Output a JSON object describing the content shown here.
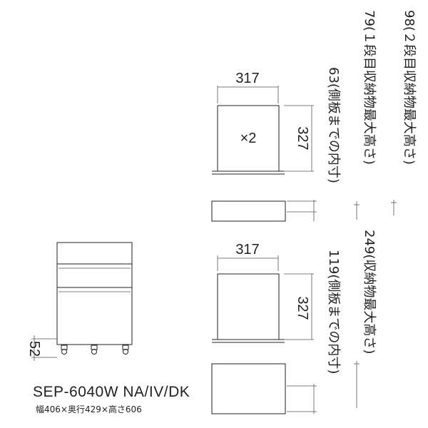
{
  "model": "SEP-6040W  NA/IV/DK",
  "size_text": "幅406×奥行429×高さ606",
  "leg_height": "52",
  "upper_drawer": {
    "width": "317",
    "depth": "327",
    "count": "×2",
    "inner_side": "63(側板までの内寸)",
    "max_height_1": "79(１段目収納物最大高さ)",
    "max_height_2": "98(２段目収納物最大高さ)"
  },
  "lower_drawer": {
    "width": "317",
    "depth": "327",
    "inner_side": "119(側板までの内寸)",
    "max_height": "249(収納物最大高さ)"
  }
}
